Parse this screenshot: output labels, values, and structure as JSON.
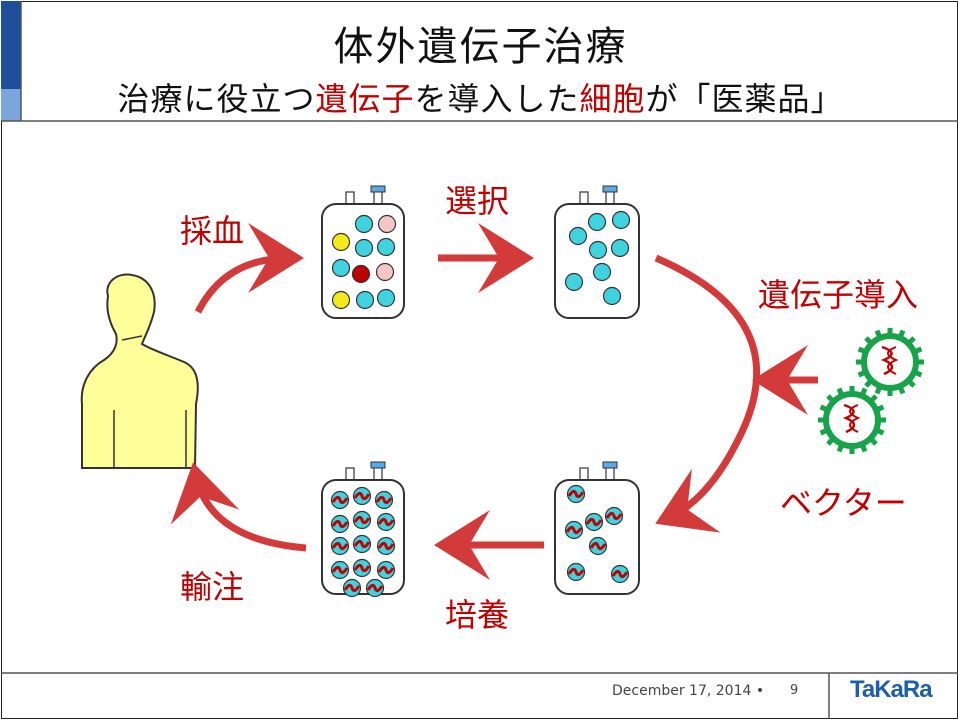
{
  "title": "体外遺伝子治療",
  "subtitle": {
    "p1": "治療に役立つ",
    "p2": "遺伝子",
    "p3": "を導入した",
    "p4": "細胞",
    "p5": "が「医薬品」"
  },
  "labels": {
    "blood_draw": "採血",
    "selection": "選択",
    "gene_transfer": "遺伝子導入",
    "vector": "ベクター",
    "culture": "培養",
    "infusion": "輸注"
  },
  "footer": {
    "date": "December 17, 2014 •",
    "page": "9",
    "logo": "TaKaRa"
  },
  "colors": {
    "accent_red": "#c00000",
    "arrow_red": "#d33b3b",
    "cell_cyan": "#3fd3e0",
    "cell_pink": "#f5c6c6",
    "cell_yellow": "#f2ea1a",
    "cell_darkred": "#c00000",
    "vector_green": "#17a34a",
    "person_fill": "#ffff99",
    "side_bar_blue": "#3a72c4"
  }
}
